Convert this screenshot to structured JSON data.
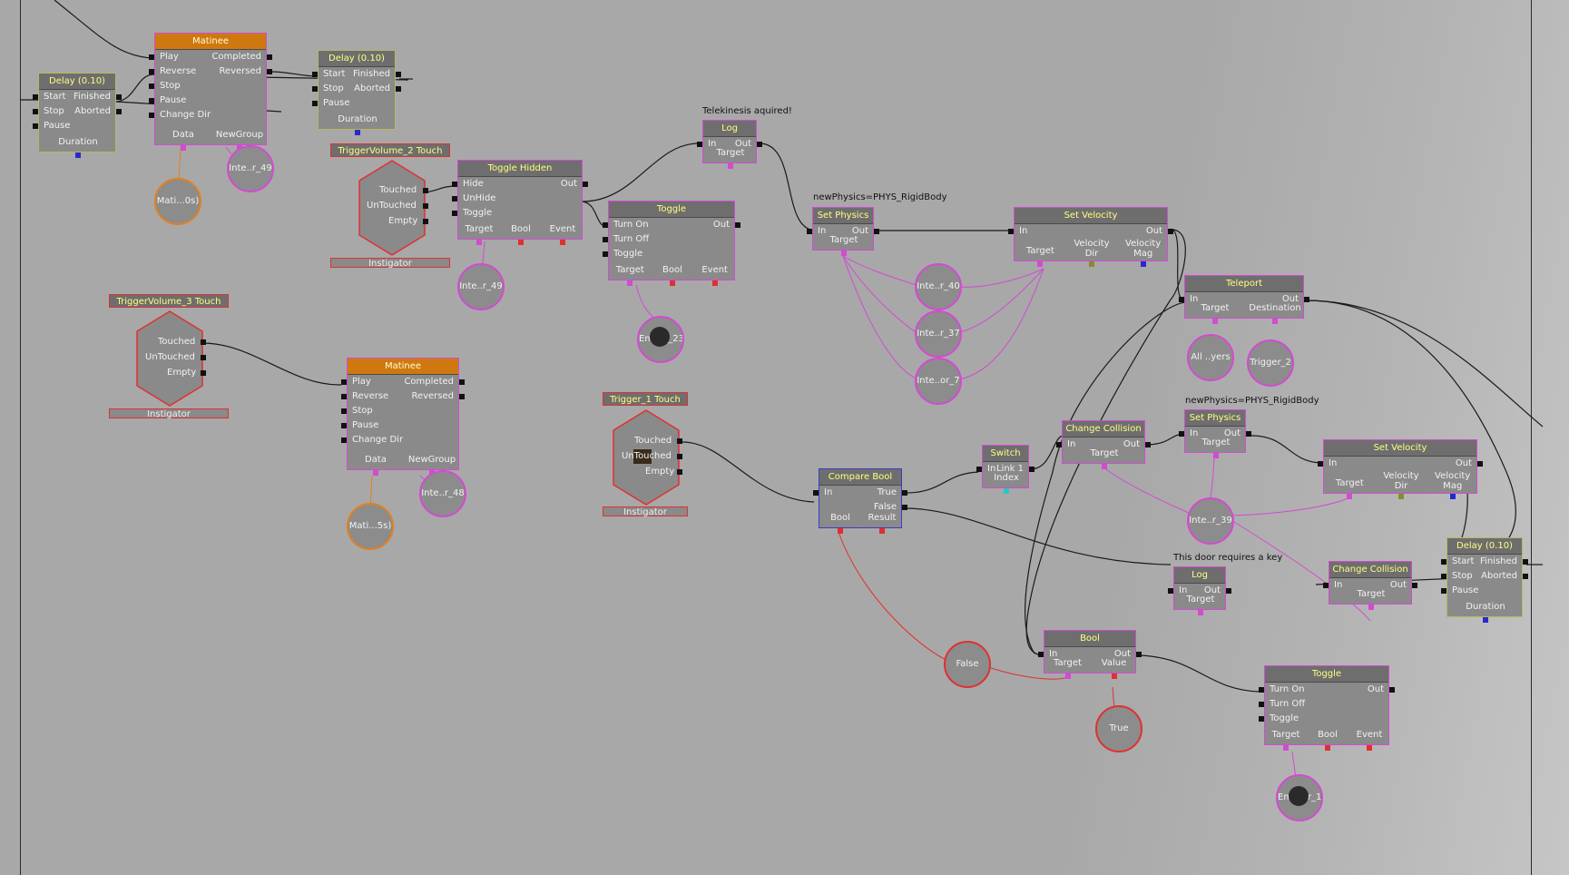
{
  "colors": {
    "background": "#a6a6a6",
    "node_body": "#8a8a8a",
    "node_header": "#6e6e6e",
    "header_text": "#ffff80",
    "matinee_header": "#d07810",
    "variable_link": "#d24bd2",
    "object_link": "#e08020",
    "bool_link": "#e03030",
    "int_link": "#2828d0",
    "float_link": "#8a8a30",
    "wire": "#1a1a1a"
  },
  "nodes": {
    "delay1": {
      "title": "Delay (0.10)",
      "in": [
        "Start",
        "Stop",
        "Pause"
      ],
      "out": [
        "Finished",
        "Aborted"
      ],
      "vars": [
        "Duration"
      ]
    },
    "matinee1": {
      "title": "Matinee",
      "in": [
        "Play",
        "Reverse",
        "Stop",
        "Pause",
        "Change Dir"
      ],
      "out": [
        "Completed",
        "Reversed"
      ],
      "vars": [
        "Data",
        "NewGroup"
      ]
    },
    "delay2": {
      "title": "Delay (0.10)",
      "in": [
        "Start",
        "Stop",
        "Pause"
      ],
      "out": [
        "Finished",
        "Aborted"
      ],
      "vars": [
        "Duration"
      ]
    },
    "trigvol2": {
      "title": "TriggerVolume_2 Touch",
      "out": [
        "Touched",
        "UnTouched",
        "Empty"
      ],
      "inst": "Instigator"
    },
    "togglehidden": {
      "title": "Toggle Hidden",
      "in": [
        "Hide",
        "UnHide",
        "Toggle"
      ],
      "out": [
        "Out"
      ],
      "vars": [
        "Target",
        "Bool",
        "Event"
      ]
    },
    "toggle1": {
      "title": "Toggle",
      "in": [
        "Turn On",
        "Turn Off",
        "Toggle"
      ],
      "out": [
        "Out"
      ],
      "vars": [
        "Target",
        "Bool",
        "Event"
      ]
    },
    "log1": {
      "title": "Log",
      "note": "Telekinesis aquired!",
      "in": [
        "In"
      ],
      "out": [
        "Out"
      ],
      "vars": [
        "Target"
      ]
    },
    "setphys1": {
      "title": "Set Physics",
      "note": "newPhysics=PHYS_RigidBody",
      "in": [
        "In"
      ],
      "out": [
        "Out"
      ],
      "vars": [
        "Target"
      ]
    },
    "setvel1": {
      "title": "Set Velocity",
      "in": [
        "In"
      ],
      "out": [
        "Out"
      ],
      "vars": [
        "Target",
        "Velocity Dir",
        "Velocity Mag"
      ]
    },
    "teleport": {
      "title": "Teleport",
      "in": [
        "In"
      ],
      "out": [
        "Out"
      ],
      "vars": [
        "Target",
        "Destination"
      ]
    },
    "trigvol3": {
      "title": "TriggerVolume_3 Touch",
      "out": [
        "Touched",
        "UnTouched",
        "Empty"
      ],
      "inst": "Instigator"
    },
    "matinee2": {
      "title": "Matinee",
      "in": [
        "Play",
        "Reverse",
        "Stop",
        "Pause",
        "Change Dir"
      ],
      "out": [
        "Completed",
        "Reversed"
      ],
      "vars": [
        "Data",
        "NewGroup"
      ]
    },
    "trigger1": {
      "title": "Trigger_1 Touch",
      "out": [
        "Touched",
        "UnTouched",
        "Empty"
      ],
      "inst": "Instigator"
    },
    "comparebool": {
      "title": "Compare Bool",
      "in": [
        "In"
      ],
      "out": [
        "True",
        "False"
      ],
      "vars": [
        "Bool",
        "Result"
      ]
    },
    "switch": {
      "title": "Switch",
      "in": [
        "In"
      ],
      "out": [
        "Link 1"
      ],
      "vars": [
        "Index"
      ]
    },
    "changecoll1": {
      "title": "Change Collision",
      "in": [
        "In"
      ],
      "out": [
        "Out"
      ],
      "vars": [
        "Target"
      ]
    },
    "setphys2": {
      "title": "Set Physics",
      "note": "newPhysics=PHYS_RigidBody",
      "in": [
        "In"
      ],
      "out": [
        "Out"
      ],
      "vars": [
        "Target"
      ]
    },
    "setvel2": {
      "title": "Set Velocity",
      "in": [
        "In"
      ],
      "out": [
        "Out"
      ],
      "vars": [
        "Target",
        "Velocity Dir",
        "Velocity Mag"
      ]
    },
    "log2": {
      "title": "Log",
      "note": "This door requires a key",
      "in": [
        "In"
      ],
      "out": [
        "Out"
      ],
      "vars": [
        "Target"
      ]
    },
    "changecoll2": {
      "title": "Change Collision",
      "in": [
        "In"
      ],
      "out": [
        "Out"
      ],
      "vars": [
        "Target"
      ]
    },
    "delay3": {
      "title": "Delay (0.10)",
      "in": [
        "Start",
        "Stop",
        "Pause"
      ],
      "out": [
        "Finished",
        "Aborted"
      ],
      "vars": [
        "Duration"
      ]
    },
    "boolnode": {
      "title": "Bool",
      "in": [
        "In"
      ],
      "out": [
        "Out"
      ],
      "vars": [
        "Target",
        "Value"
      ]
    },
    "toggle2": {
      "title": "Toggle",
      "in": [
        "Turn On",
        "Turn Off",
        "Toggle"
      ],
      "out": [
        "Out"
      ],
      "vars": [
        "Target",
        "Bool",
        "Event"
      ]
    }
  },
  "variables": {
    "v_mati1": "Mati...0s)",
    "v_inter49a": "Inte..r_49",
    "v_inter49b": "Inte..r_49",
    "v_emit23": "Emit..._23",
    "v_inter40": "Inte..r_40",
    "v_inter37": "Inte..r_37",
    "v_interor7": "Inte..or_7",
    "v_allyers": "All ..yers",
    "v_trigger2": "Trigger_2",
    "v_mati2": "Mati...5s)",
    "v_inter48": "Inte..r_48",
    "v_inter39": "Inte..r_39",
    "v_false": "False",
    "v_true": "True",
    "v_emitter1": "Emitter_1"
  }
}
